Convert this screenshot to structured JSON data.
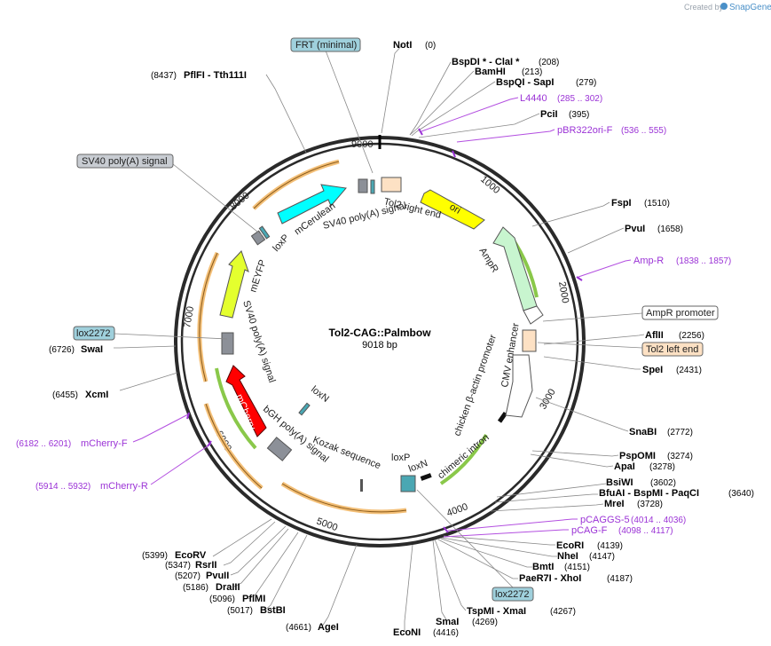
{
  "watermark": {
    "prefix": "Created by",
    "brand": "SnapGene"
  },
  "plasmid": {
    "name": "Tol2-CAG::Palmbow",
    "length": "9018 bp"
  },
  "ticks": [
    "9000",
    "1000",
    "2000",
    "3000",
    "4000",
    "5000",
    "6000",
    "7000",
    "8000"
  ],
  "sites": [
    {
      "name": "NotI",
      "pos": "(0)"
    },
    {
      "name": "BspDI * - ClaI *",
      "pos": "(208)"
    },
    {
      "name": "BamHI",
      "pos": "(213)"
    },
    {
      "name": "BspQI - SapI",
      "pos": "(279)"
    },
    {
      "name": "PciI",
      "pos": "(395)"
    },
    {
      "name": "FspI",
      "pos": "(1510)"
    },
    {
      "name": "PvuI",
      "pos": "(1658)"
    },
    {
      "name": "AflII",
      "pos": "(2256)"
    },
    {
      "name": "SpeI",
      "pos": "(2431)"
    },
    {
      "name": "SnaBI",
      "pos": "(2772)"
    },
    {
      "name": "PspOMI",
      "pos": "(3274)"
    },
    {
      "name": "ApaI",
      "pos": "(3278)"
    },
    {
      "name": "BsiWI",
      "pos": "(3602)"
    },
    {
      "name": "BfuAI - BspMI - PaqCI",
      "pos": "(3640)"
    },
    {
      "name": "MreI",
      "pos": "(3728)"
    },
    {
      "name": "EcoRI",
      "pos": "(4139)"
    },
    {
      "name": "NheI",
      "pos": "(4147)"
    },
    {
      "name": "BmtI",
      "pos": "(4151)"
    },
    {
      "name": "PaeR7I - XhoI",
      "pos": "(4187)"
    },
    {
      "name": "TspMI - XmaI",
      "pos": "(4267)"
    },
    {
      "name": "SmaI",
      "pos": "(4269)"
    },
    {
      "name": "EcoNI",
      "pos": "(4416)"
    },
    {
      "name": "AgeI",
      "pos": "(4661)"
    },
    {
      "name": "BstBI",
      "pos": "(5017)"
    },
    {
      "name": "PflMI",
      "pos": "(5096)"
    },
    {
      "name": "DraIII",
      "pos": "(5186)"
    },
    {
      "name": "PvuII",
      "pos": "(5207)"
    },
    {
      "name": "RsrII",
      "pos": "(5347)"
    },
    {
      "name": "EcoRV",
      "pos": "(5399)"
    },
    {
      "name": "XcmI",
      "pos": "(6455)"
    },
    {
      "name": "SwaI",
      "pos": "(6726)"
    },
    {
      "name": "PflFI - Tth111I",
      "pos": "(8437)"
    }
  ],
  "primers": [
    {
      "name": "L4440",
      "range": "(285 .. 302)"
    },
    {
      "name": "pBR322ori-F",
      "range": "(536 .. 555)"
    },
    {
      "name": "Amp-R",
      "range": "(1838 .. 1857)"
    },
    {
      "name": "pCAGGS-5",
      "range": "(4014 .. 4036)"
    },
    {
      "name": "pCAG-F",
      "range": "(4098 .. 4117)"
    },
    {
      "name": "mCherry-F",
      "range": "(6182 .. 6201)"
    },
    {
      "name": "mCherry-R",
      "range": "(5914 .. 5932)"
    }
  ],
  "boxed_features": [
    {
      "name": "FRT (minimal)",
      "fill": "#9fd0dc"
    },
    {
      "name": "SV40 poly(A) signal",
      "fill": "#c8ccd2"
    },
    {
      "name": "AmpR promoter",
      "fill": "#ffffff"
    },
    {
      "name": "Tol2 left end",
      "fill": "#fde1c4"
    },
    {
      "name": "lox2272",
      "fill": "#9fd0dc"
    },
    {
      "name": "lox2272",
      "fill": "#9fd0dc"
    }
  ],
  "features": [
    {
      "name": "ori",
      "color": "#ffff00"
    },
    {
      "name": "AmpR",
      "color": "#c8f5cf"
    },
    {
      "name": "mCerulean",
      "color": "#00ffff"
    },
    {
      "name": "mEYFP",
      "color": "#e4ff2e"
    },
    {
      "name": "mCherry",
      "color": "#ff0000"
    }
  ],
  "inner_labels": [
    "Tol2 right end",
    "SV40 poly(A) signal",
    "loxP",
    "SV40 poly(A) signal",
    "loxN",
    "bGH poly(A) signal",
    "Kozak sequence",
    "loxP",
    "loxN",
    "chimeric intron",
    "chicken β-actin promoter",
    "CMV enhancer"
  ]
}
